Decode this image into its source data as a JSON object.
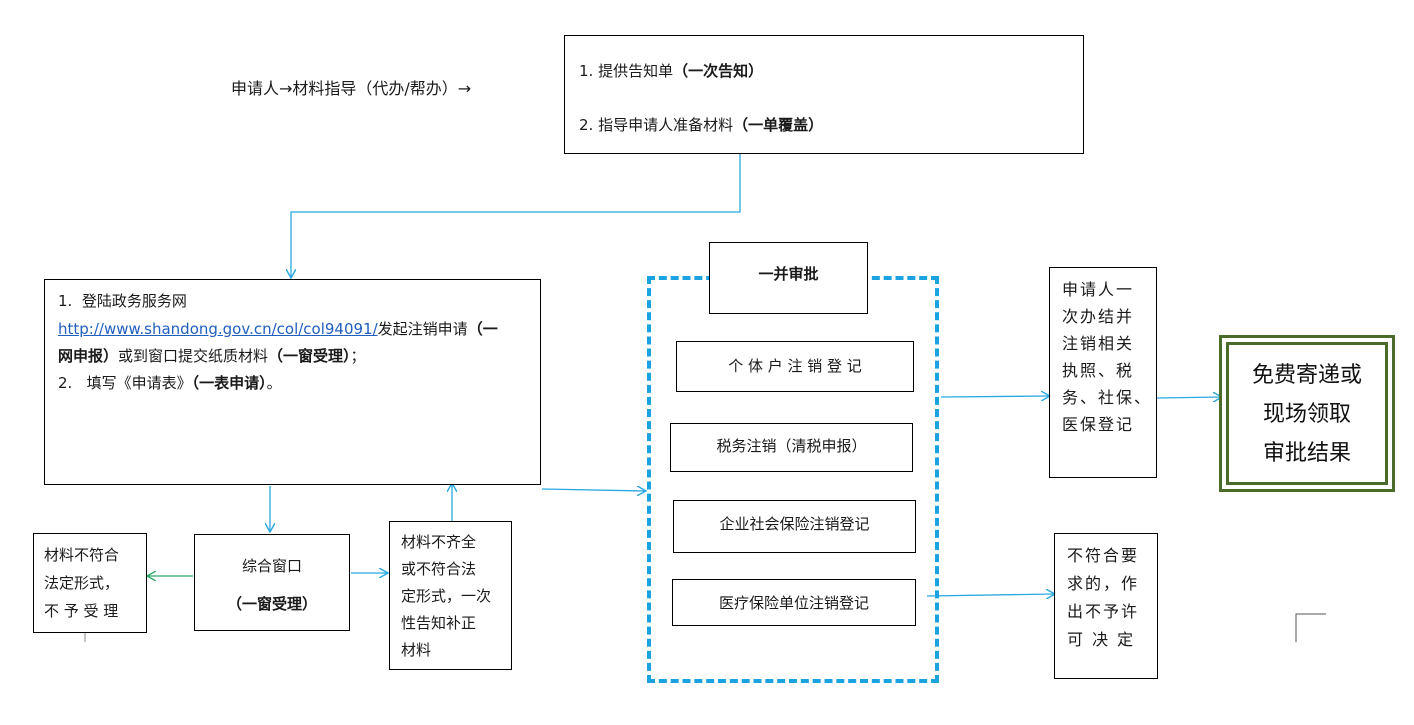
{
  "intro": {
    "text": "申请人→材料指导（代办/帮办）→"
  },
  "notice_box": {
    "item1_prefix": "1.",
    "item1_text": "提供告知单",
    "item1_bold": "（一次告知）",
    "item2_prefix": "2.",
    "item2_text": "指导申请人准备材料",
    "item2_bold": "（一单覆盖）"
  },
  "apply_box": {
    "line1_prefix": "1.",
    "line1_text": "登陆政务服务网",
    "link": "http://www.shandong.gov.cn/col/col94091/",
    "line2_after_link": "发起注销申请",
    "line2_bold": "（一",
    "line3_bold_start": "网申报）",
    "line3_text": "或到窗口提交纸质材料",
    "line3_bold_end": "（一窗受理）",
    "line3_end": "；",
    "line4_prefix": "2.",
    "line4_text": "填写《申请表》",
    "line4_bold": "（一表申请）",
    "line4_end": "。"
  },
  "window_box": {
    "title": "综合窗口",
    "subtitle": "（一窗受理）"
  },
  "reject_box": {
    "lines": [
      "材料不符合",
      "法定形式，",
      "不 予 受 理"
    ]
  },
  "incomplete_box": {
    "lines": [
      "材料不齐全",
      "或不符合法",
      "定形式，一次",
      "性告知补正",
      "材料"
    ]
  },
  "approval": {
    "title": "一并审批",
    "items": [
      "个 体 户 注 销 登 记",
      "税务注销（清税申报）",
      "企业社会保险注销登记",
      "医疗保险单位注销登记"
    ]
  },
  "complete_box": {
    "lines": [
      "申请人一",
      "次办结并",
      "注销相关",
      "执照、税",
      "务、社保、",
      "医保登记"
    ]
  },
  "deny_box": {
    "lines": [
      "不符合要",
      "求的，作",
      "出不予许",
      "可 决 定"
    ]
  },
  "result_box": {
    "lines": [
      "免费寄递或",
      "现场领取",
      "审批结果"
    ]
  },
  "colors": {
    "arrow_blue": "#29a8e0",
    "arrow_green": "#2aa866",
    "dash_blue": "#1aa3e0",
    "frame_green": "#4a6b2a"
  }
}
